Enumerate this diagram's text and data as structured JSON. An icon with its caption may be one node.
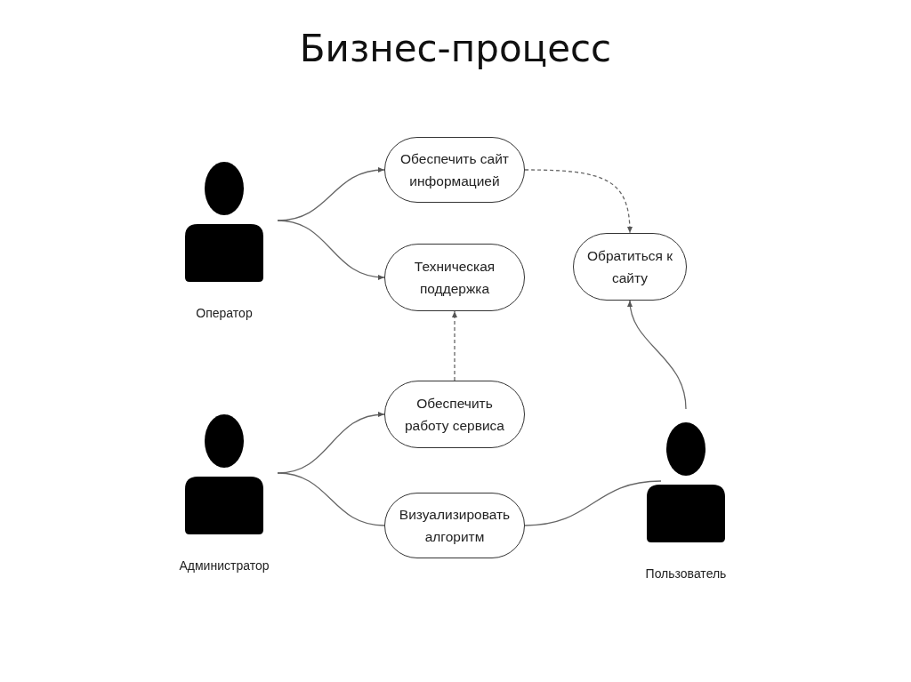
{
  "diagram": {
    "title": "Бизнес-процесс",
    "nodes": [
      {
        "text": [
          "Оператор"
        ]
      },
      {
        "text": [
          "Обеспечить сайт информацией"
        ]
      },
      {
        "text": [
          "Техническая поддержка"
        ]
      },
      {
        "text": [
          "Администратор"
        ]
      },
      {
        "text": [
          "Обеспечить работу сервиса"
        ]
      },
      {
        "text": [
          "Визуализировать алгоритм"
        ]
      },
      {
        "text": [
          "Обратиться к сайту"
        ]
      },
      {
        "text": [
          "Пользователь"
        ]
      }
    ],
    "edges": [
      {
        "from": 0,
        "to": 1,
        "arrow": "to"
      },
      {
        "from": 0,
        "to": 2,
        "arrow": "to"
      },
      {
        "from": 3,
        "to": 4,
        "arrow": "to"
      },
      {
        "from": 3,
        "to": 5,
        "arrow": "none"
      },
      {
        "from": 1,
        "to": 6,
        "arrow": "to",
        "style": "dashed"
      },
      {
        "from": 4,
        "to": 2,
        "arrow": "to",
        "style": "dashed"
      },
      {
        "from": 7,
        "to": 6,
        "arrow": "to"
      },
      {
        "from": 7,
        "to": 5,
        "arrow": "none"
      }
    ]
  }
}
